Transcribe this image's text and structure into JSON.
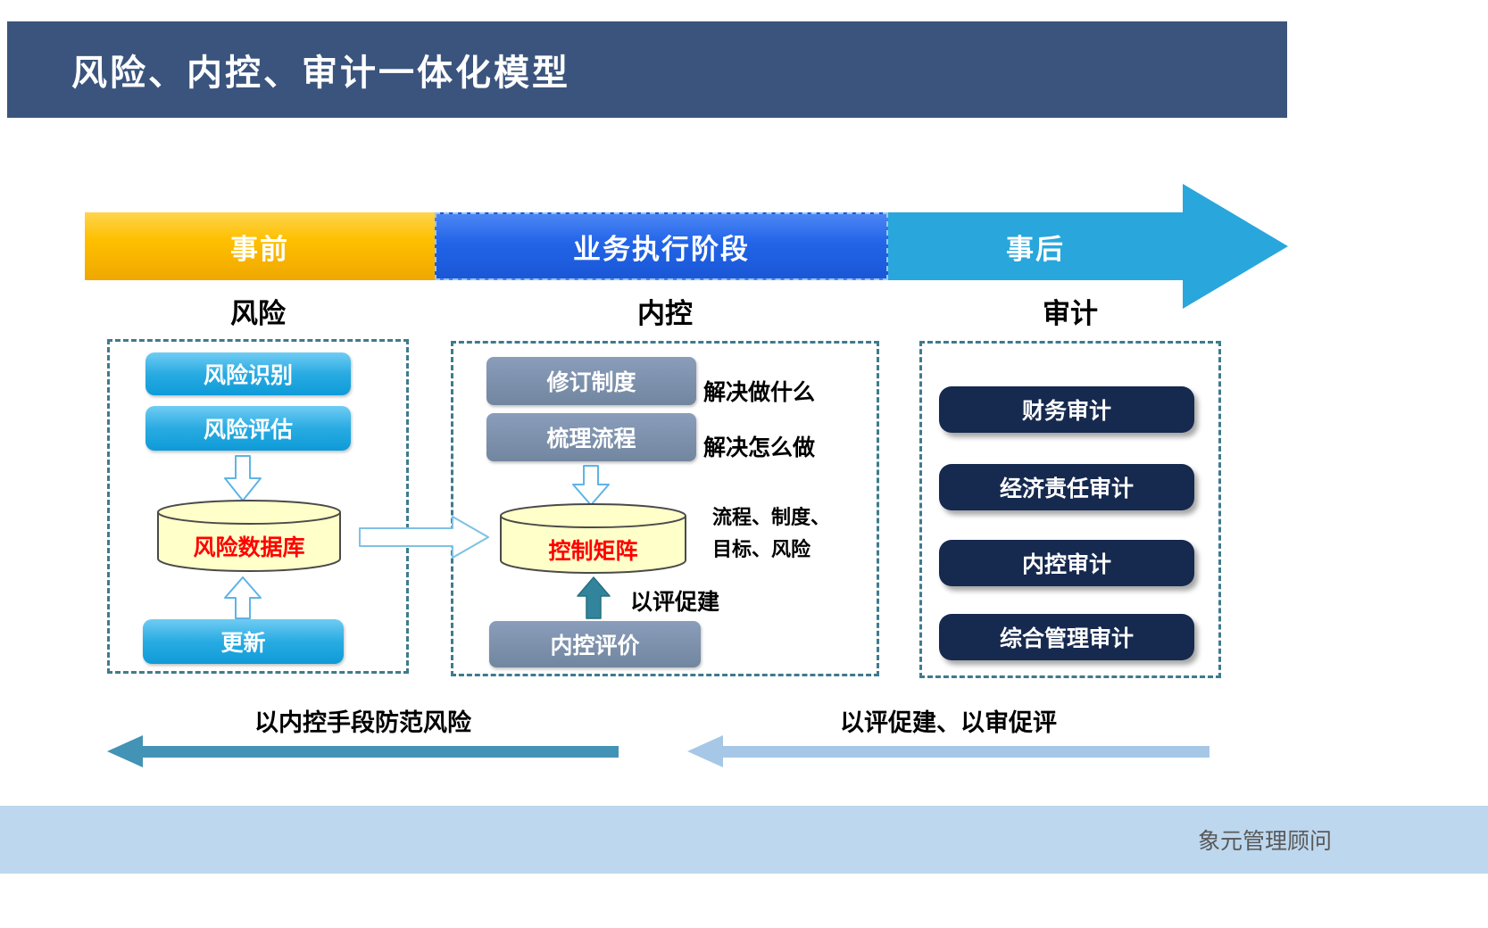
{
  "header": {
    "title": "风险、内控、审计一体化模型"
  },
  "timeline": {
    "phases": [
      "事前",
      "业务执行阶段",
      "事后"
    ]
  },
  "columns": {
    "risk_label": "风险",
    "control_label": "内控",
    "audit_label": "审计"
  },
  "risk": {
    "steps": [
      "风险识别",
      "风险评估"
    ],
    "database": "风险数据库",
    "update": "更新"
  },
  "control": {
    "revise": "修订制度",
    "revise_note": "解决做什么",
    "process": "梳理流程",
    "process_note": "解决怎么做",
    "matrix": "控制矩阵",
    "matrix_note_line1": "流程、制度、",
    "matrix_note_line2": "目标、风险",
    "promote_note": "以评促建",
    "evaluation": "内控评价"
  },
  "audit": {
    "items": [
      "财务审计",
      "经济责任审计",
      "内控审计",
      "综合管理审计"
    ]
  },
  "bottom": {
    "left_arrow_label": "以内控手段防范风险",
    "right_arrow_label": "以评促建、以审促评"
  },
  "footer": {
    "brand": "象元管理顾问"
  },
  "colors": {
    "header_bg": "#3A547D",
    "phase_before": "#FFC000",
    "phase_exec": "#2264E8",
    "phase_after": "#29A6DC",
    "cyan_button": "#29ABE2",
    "gray_button": "#71869F",
    "navy_button": "#16294F",
    "cylinder_fill": "#FFFFC9",
    "red_text": "#FF0000",
    "dashed_border": "#3E7B8C",
    "teal_arrow": "#31849B",
    "left_bottom_arrow": "#4293B5",
    "right_bottom_arrow": "#A6C8E6",
    "footer_bg": "#BDD7EE"
  }
}
